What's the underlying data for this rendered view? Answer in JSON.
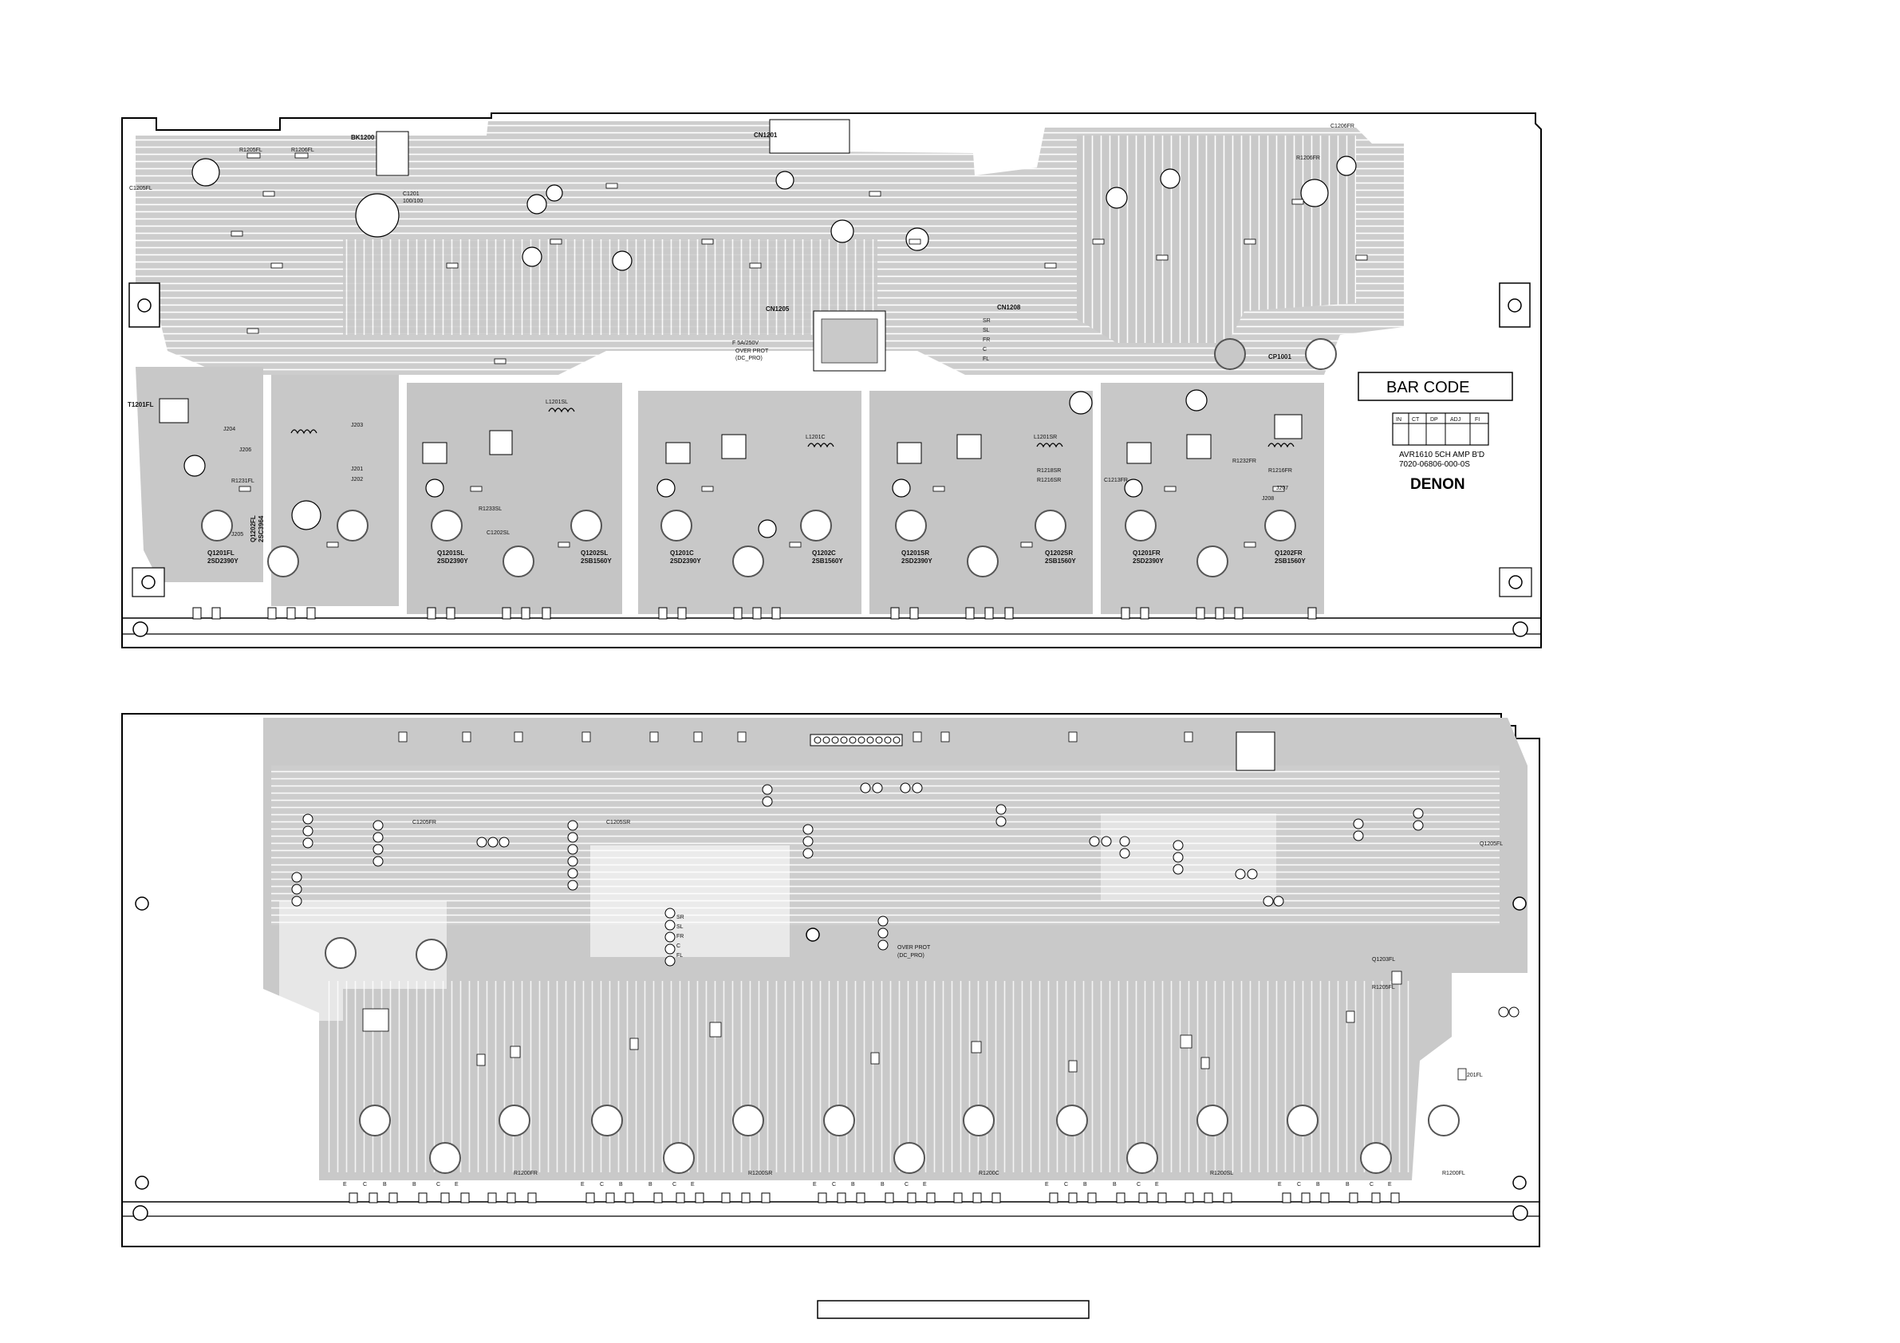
{
  "top_board": {
    "bar_code_label": "BAR CODE",
    "check_table": [
      "IN",
      "CT",
      "DP",
      "ADJ",
      "FI"
    ],
    "board_name": "AVR1610 5CH AMP B'D",
    "part_number": "7020-06806-000-0S",
    "brand": "DENON",
    "labels": {
      "bk": "BK1200",
      "cn1201": "CN1201",
      "cn1205": "CN1205",
      "cn1208": "CN1208",
      "cp1001": "CP1001",
      "t1201fl": "T1201FL",
      "over_prot_top": "OVER PROT",
      "dc_prot_top": "(DC_PRO)",
      "f_fuse": "F 5A/250V",
      "pin_sr": "SR",
      "pin_sl": "SL",
      "pin_fr": "FR",
      "pin_fl": "FL",
      "pin_c": "C"
    },
    "transistors": [
      {
        "ref": "Q1201FL",
        "part": "2SD2390Y"
      },
      {
        "ref": "Q1202FL",
        "part": "2SC3964"
      },
      {
        "ref": "Q1201SL",
        "part": "2SD2390Y"
      },
      {
        "ref": "Q1202SL",
        "part": "2SB1560Y"
      },
      {
        "ref": "Q1201C",
        "part": "2SD2390Y"
      },
      {
        "ref": "Q1202C",
        "part": "2SB1560Y"
      },
      {
        "ref": "Q1201SR",
        "part": "2SD2390Y"
      },
      {
        "ref": "Q1202SR",
        "part": "2SB1560Y"
      },
      {
        "ref": "Q1201FR",
        "part": "2SD2390Y"
      },
      {
        "ref": "Q1202FR",
        "part": "2SB1560Y"
      }
    ],
    "misc_components": [
      "C1201",
      "100/100",
      "R1205FL",
      "R1206FL",
      "C1205FL",
      "R1231FL",
      "C1202SL",
      "R1233SL",
      "L1201SL",
      "L1201C",
      "L1201SR",
      "R1218SR",
      "R1216SR",
      "R1216FR",
      "R1232FR",
      "C1213FR",
      "R1206FR",
      "C1206FR",
      "J201",
      "J202",
      "J203",
      "J204",
      "J205",
      "J206",
      "J207",
      "J208"
    ]
  },
  "bottom_board": {
    "labels": {
      "over_prot": "OVER PROT",
      "dc_prot": "(DC_PRO)",
      "c1205fr": "C1205FR",
      "c1205sr": "C1205SR",
      "q1203fl": "Q1203FL",
      "r1205fl": "R1205FL",
      "d1201fl": "D1201FL",
      "q1205fl": "Q1205FL",
      "r1200fr": "R1200FR",
      "r1200sr": "R1200SR",
      "r1200c": "R1200C",
      "r1200sl": "R1200SL",
      "r1200fl": "R1200FL"
    },
    "pins": [
      "E",
      "C",
      "B",
      "B",
      "C",
      "E"
    ],
    "connector_pins": [
      "SR",
      "SL",
      "FR",
      "C",
      "FL"
    ]
  },
  "footer": {
    "title_box_text": ""
  }
}
